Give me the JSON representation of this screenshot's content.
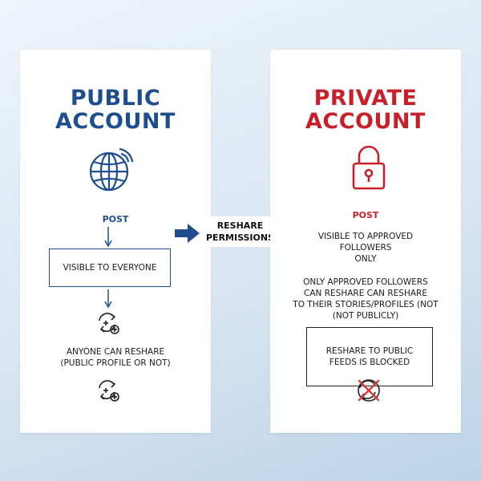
{
  "public": {
    "title_line1": "PUBLIC",
    "title_line2": "ACCOUNT",
    "post_label": "POST",
    "visible_text": "VISIBLE TO EVERYONE",
    "reshare_line1": "ANYONE CAN RESHARE",
    "reshare_line2": "(PUBLIC PROFILE OR NOT)",
    "color": "#1f4e8f"
  },
  "center": {
    "line1": "RESHARE",
    "line2": "PERMISSIONS"
  },
  "private": {
    "title_line1": "PRIVATE",
    "title_line2": "ACCOUNT",
    "post_label": "POST",
    "visible_line1": "VISIBLE TO APPROVED",
    "visible_line2": "FOLLOWERS",
    "visible_line3": "ONLY",
    "approved_line1": "ONLY APPROVED FOLLOWERS",
    "approved_line2": "CAN RESHARE CAN RESHARE",
    "approved_line3": "TO THEIR STORIES/PROFILES (NOT",
    "approved_line4": "(NOT PUBLICLY)",
    "blocked_text": "RESHARE TO PUBLIC FEEDS IS BLOCKED",
    "color": "#c8202b"
  },
  "icons": {
    "globe": "globe-icon",
    "lock": "lock-icon",
    "reshare": "reshare-icon",
    "blocked": "blocked-reshare-icon"
  }
}
